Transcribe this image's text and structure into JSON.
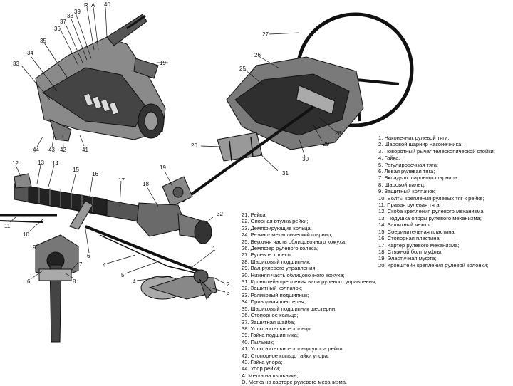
{
  "callouts": {
    "c1": "1",
    "c2": "2",
    "c3": "3",
    "c4": "4",
    "c5": "5",
    "c6": "6",
    "c7": "7",
    "c8": "8",
    "c9": "9",
    "c10": "10",
    "c11": "11",
    "c12": "12",
    "c13": "13",
    "c14": "14",
    "c15": "15",
    "c16": "16",
    "c17": "17",
    "c18": "18",
    "c19": "19",
    "c20": "20",
    "c25": "25",
    "c26": "26",
    "c27": "27",
    "c28": "28",
    "c29": "29",
    "c30": "30",
    "c31": "31",
    "c32": "32",
    "c33": "33",
    "c34": "34",
    "c35": "35",
    "c36": "36",
    "c37": "37",
    "c38": "38",
    "c39": "39",
    "c40": "40",
    "c41": "41",
    "c42": "42",
    "c43": "43",
    "c44": "44",
    "cR": "R",
    "cA": "A"
  },
  "legend_right": [
    "1. Наконечник рулевой тяги;",
    "2. Шаровой шарнир наконечника;",
    "3. Поворотный рычаг телескопической стойки;",
    "4. Гайка;",
    "5. Регулировочная тяга;",
    "6. Левая рулевая тяга;",
    "7. Вкладыш шарового шарнира",
    "8. Шаровой палец;",
    "9. Защитный колпачок;",
    "10. Болты крепления рулевых тяг к рейке;",
    "11. Правая рулевая тяга;",
    "12. Скоба крепления рулевого механизма;",
    "13. Подушка опоры рулевого механизма;",
    "14. Защитный чехол;",
    "15. Соединительная пластина;",
    "16. Стопорная пластина;",
    "17. Картер рулевого механизма;",
    "18. Стяжной болт муфты;",
    "19. Эластичная муфта;",
    "20. Кронштейн крепления рулевой колонки;"
  ],
  "legend_bottom": [
    "21. Рейка;",
    "22. Опорная втулка рейки;",
    "23. Демпфирующие кольца;",
    "24. Резино- металлический шарнир;",
    "25. Верхняя часть облицовочного кожуха;",
    "26. Демпфер рулевого колеса;",
    "27. Рулевое колесо;",
    "28. Шариковый подшипник;",
    "29. Вал рулевого управления;",
    "30. Нижняя часть облицовочного кожуха;",
    "31. Кронштейн крепления вала рулевого управления;",
    "32. Защитный колпачок;",
    "33. Роликовый подшипник;",
    "34. Приводная шестерня;",
    "35. Шариковый подшипник шестерни;",
    "36. Стопорное кольцо;",
    "37. Защитная шайба;",
    "38. Уплотнительное кольцо;",
    "39. Гайка подшипника;",
    "40. Пыльник;",
    "41. Уплотнительное кольцо упора рейки;",
    "42. Стопорное кольцо гайки упора;",
    "43. Гайка упора;",
    "44. Упор рейки;",
    "A. Метка на пыльнике;",
    "D. Метка на картере рулевого механизма."
  ]
}
